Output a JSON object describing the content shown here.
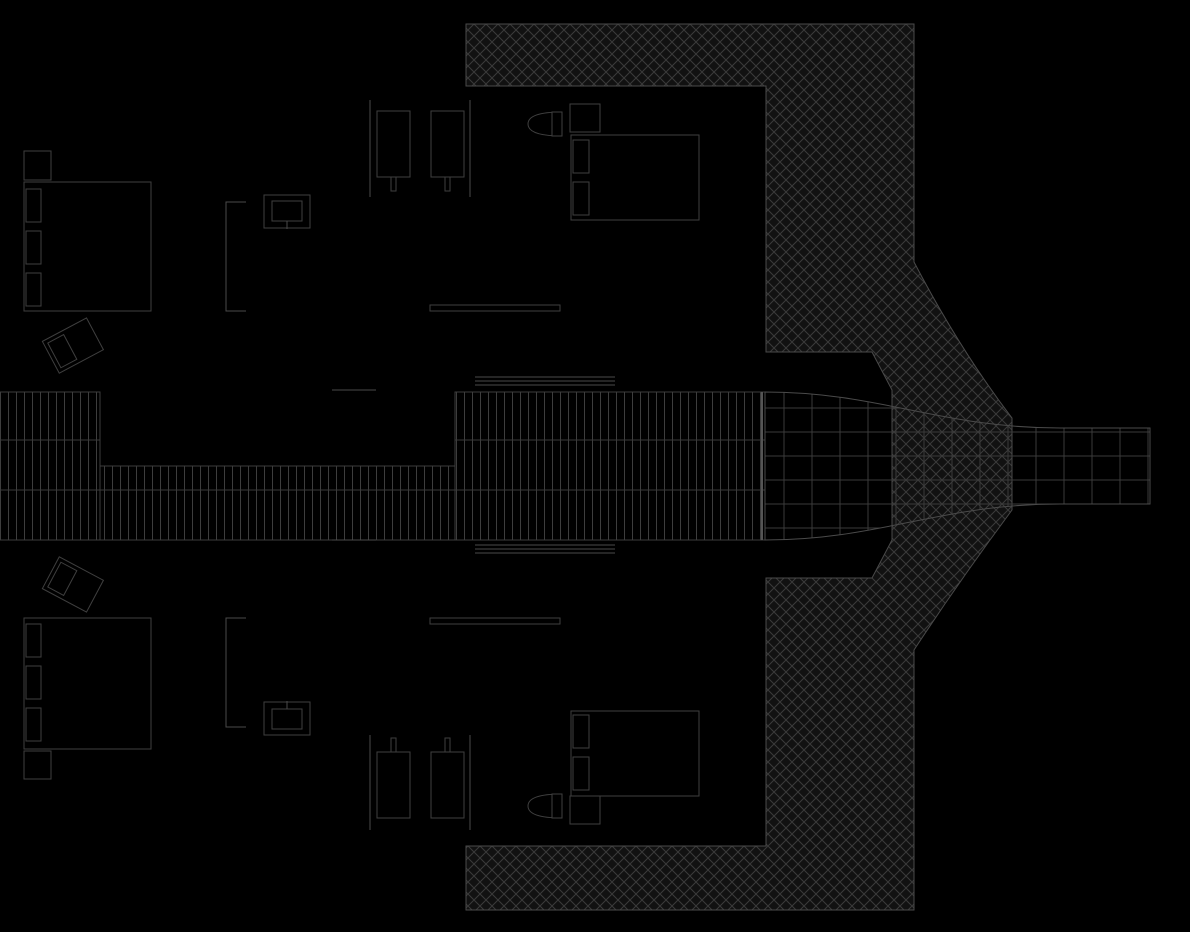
{
  "drawing": {
    "colors": {
      "background": "#000000",
      "linework": "#3a3a3a",
      "paving_fill": "#111111",
      "paving_hatch": "#3a3a3a"
    },
    "symbols": [
      "double-bed",
      "lounge-chair",
      "nightstand",
      "wash-basin",
      "toilet",
      "shower-tray",
      "wall-partition",
      "timber-deck",
      "herringbone-paving",
      "tiled-pathway",
      "steps"
    ]
  }
}
